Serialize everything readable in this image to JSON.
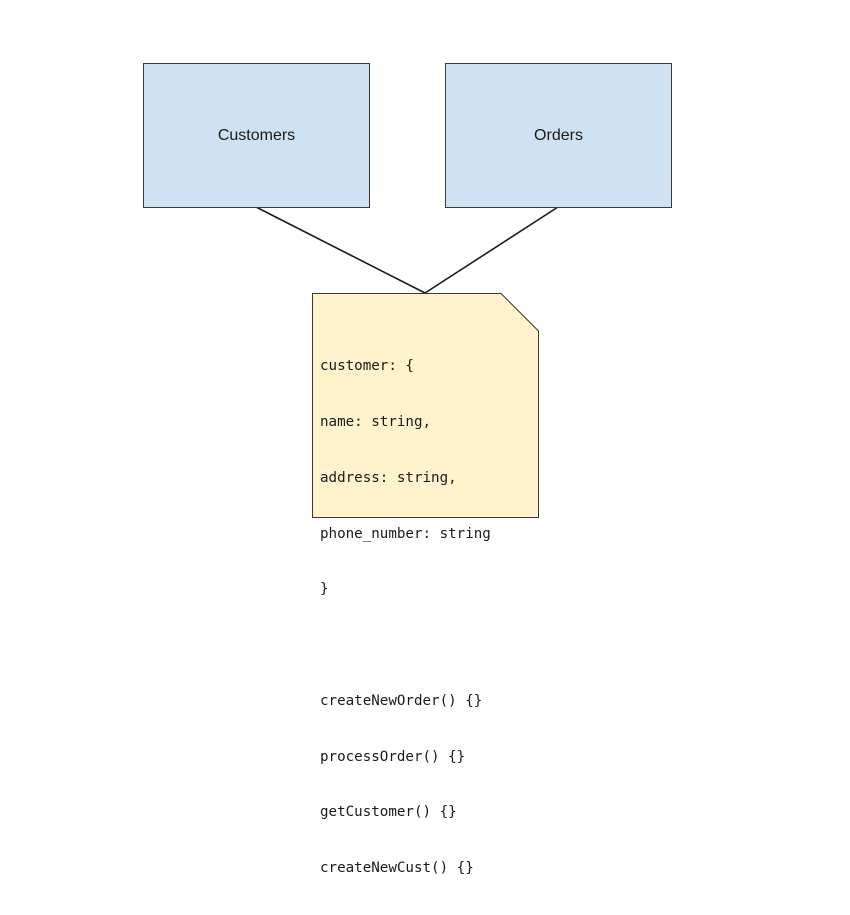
{
  "colors": {
    "entity_fill": "#cfe2f3",
    "note_fill": "#fff2cc",
    "stroke": "#3a3a3a"
  },
  "entities": [
    {
      "label": "Customers"
    },
    {
      "label": "Orders"
    }
  ],
  "note": {
    "lines": [
      "customer: {",
      "name: string,",
      "address: string,",
      "phone_number: string",
      "}",
      "",
      "createNewOrder() {}",
      "processOrder() {}",
      "getCustomer() {}",
      "createNewCust() {}"
    ]
  }
}
